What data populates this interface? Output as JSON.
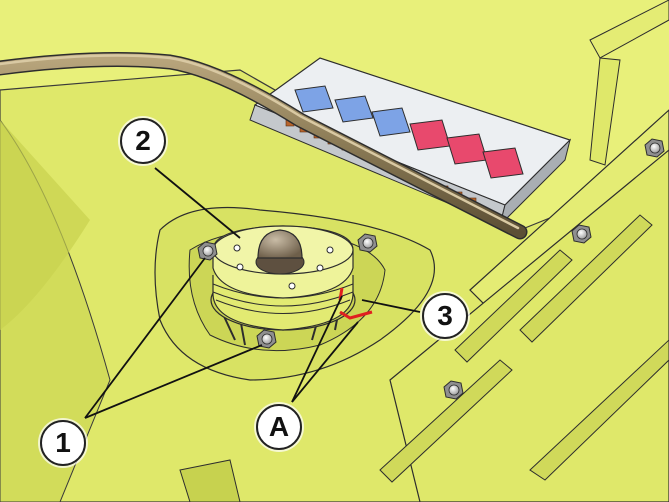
{
  "callouts": {
    "c1": "1",
    "c2": "2",
    "c3": "3",
    "cA": "A"
  },
  "colors": {
    "background": "#e8f07a",
    "body_panel": "#dfe86a",
    "shadow": "#c7d24f",
    "outline": "#2d2d2d",
    "fuse_blue": "#7da3e6",
    "fuse_red": "#e8496d",
    "fuse_box": "#d9dce0",
    "tube": "#8a7a55",
    "cap": "#8d7d63",
    "marker_red": "#e02020"
  },
  "icons": {
    "fuse_box": "fuse-box-icon",
    "strut_mount": "strut-mount-icon",
    "bolt": "bolt-icon"
  }
}
